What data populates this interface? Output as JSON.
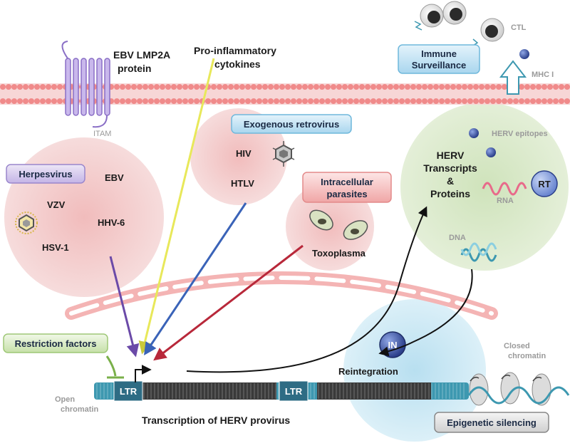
{
  "membrane": {
    "ebv_protein_line1": "EBV LMP2A",
    "ebv_protein_line2": "protein",
    "itam": "ITAM",
    "cytokines_line1": "Pro-inflammatory",
    "cytokines_line2": "cytokines",
    "immune_surveillance_line1": "Immune",
    "immune_surveillance_line2": "Surveillance",
    "ctl": "CTL",
    "mhc": "MHC I"
  },
  "infections": {
    "exogenous_title": "Exogenous retrovirus",
    "hiv": "HIV",
    "htlv": "HTLV",
    "herpes_title": "Herpesvirus",
    "ebv": "EBV",
    "vzv": "VZV",
    "hhv6": "HHV-6",
    "hsv1": "HSV-1",
    "parasite_title_line1": "Intracellular",
    "parasite_title_line2": "parasites",
    "toxoplasma": "Toxoplasma"
  },
  "products": {
    "epitopes": "HERV epitopes",
    "title_line1": "HERV",
    "title_line2": "Transcripts",
    "title_line3": "&",
    "title_line4": "Proteins",
    "rna": "RNA",
    "rt": "RT",
    "dna": "DNA",
    "in": "IN",
    "reintegration": "Reintegration"
  },
  "genome": {
    "restriction": "Restriction factors",
    "open_line1": "Open",
    "open_line2": "chromatin",
    "ltr_left": "LTR",
    "ltr_right": "LTR",
    "transcription": "Transcription of HERV provirus",
    "closed_line1": "Closed",
    "closed_line2": "chromatin",
    "epigenetic": "Epigenetic silencing"
  },
  "colors": {
    "membrane": "#f08a8a",
    "infection_bubble": "#f3c4c4",
    "product_bubble": "#d6e8c4",
    "herpes_arrow": "#6b4aa8",
    "cytokine_arrow": "#e8e85a",
    "retrovirus_arrow": "#3a63b8",
    "parasite_arrow": "#b8283a",
    "dna_teal": "#3d98b0"
  }
}
